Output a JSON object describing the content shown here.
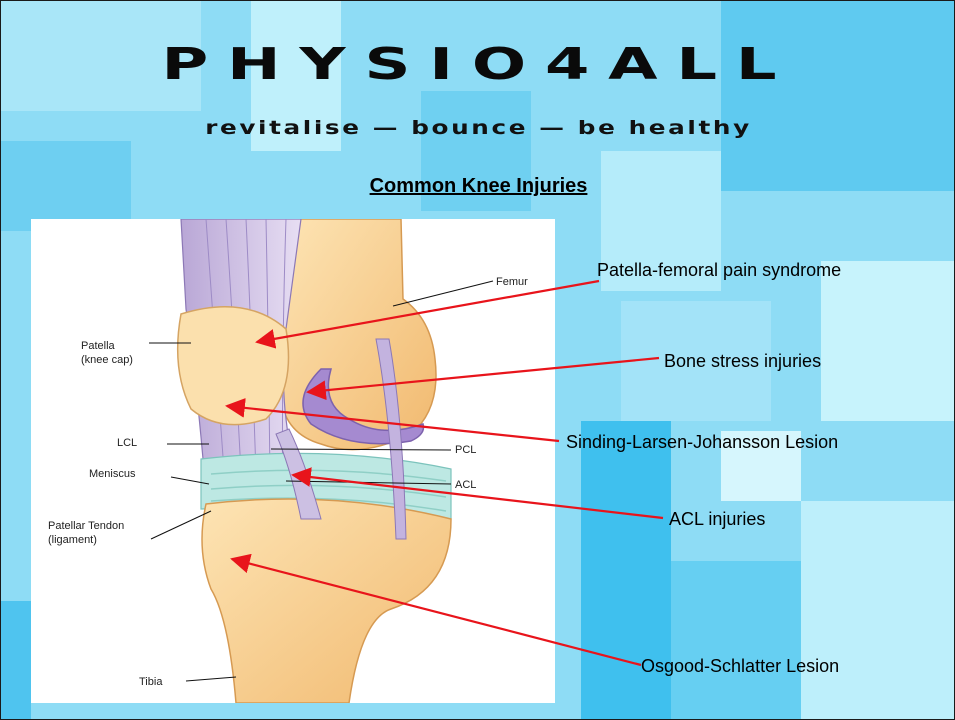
{
  "header": {
    "brand": "PHYSIO4ALL",
    "tagline": "revitalise — bounce — be healthy",
    "heading": "Common Knee Injuries"
  },
  "figure_labels": {
    "femur": "Femur",
    "patella": "Patella",
    "patella_sub": "(knee cap)",
    "lcl": "LCL",
    "meniscus": "Meniscus",
    "patellar_tendon": "Patellar Tendon",
    "patellar_tendon_sub": "(ligament)",
    "pcl": "PCL",
    "acl": "ACL",
    "tibia": "Tibia"
  },
  "callouts": {
    "pfps": "Patella-femoral pain syndrome",
    "bone_stress": "Bone stress injuries",
    "sinding": "Sinding-Larsen-Johansson Lesion",
    "acl_injuries": "ACL injuries",
    "osgood": "Osgood-Schlatter Lesion"
  },
  "colors": {
    "arrow": "#e8141b",
    "background": "#8edcf5"
  }
}
